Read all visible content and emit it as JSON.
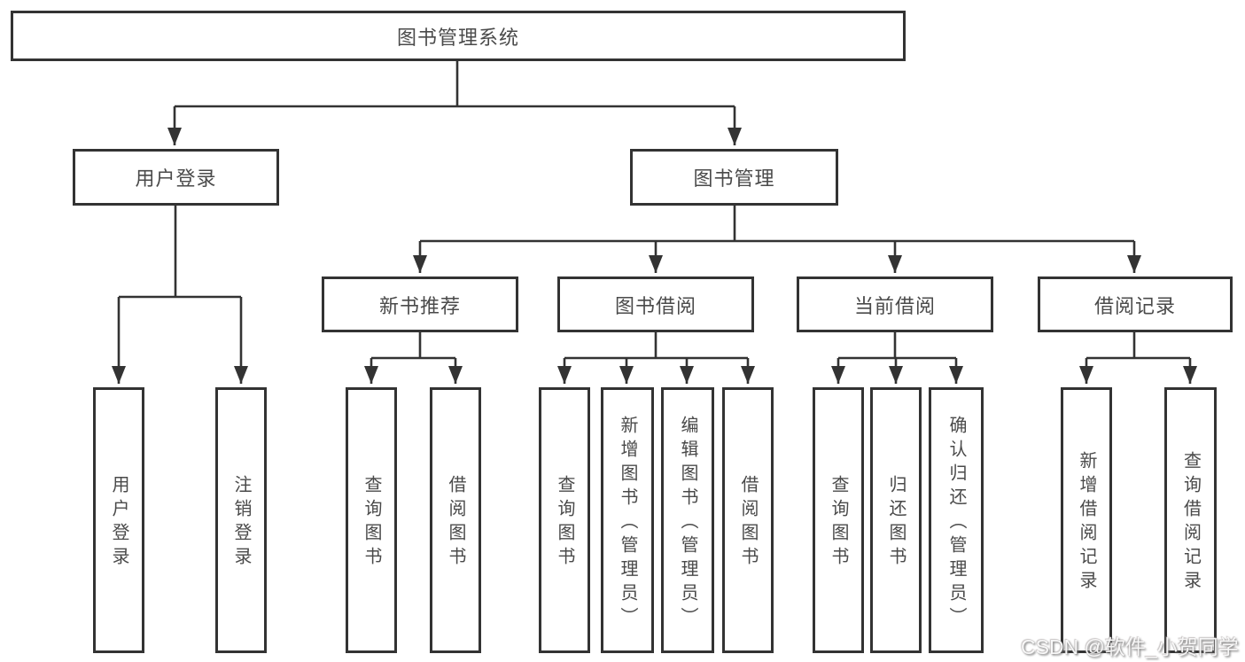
{
  "diagram_title": "图书管理系统",
  "nodes": {
    "root": "图书管理系统",
    "user_login": "用户登录",
    "book_management": "图书管理",
    "new_book_recommend": "新书推荐",
    "book_borrowing": "图书借阅",
    "current_borrowing": "当前借阅",
    "borrowing_records": "借阅记录",
    "leaves": {
      "user_login": "用户登录",
      "logout": "注销登录",
      "nbr_query_books": "查询图书",
      "nbr_borrow_books": "借阅图书",
      "bb_query_books": "查询图书",
      "bb_add_books": "新增图书（管理员）",
      "bb_edit_books": "编辑图书（管理员）",
      "bb_borrow_books": "借阅图书",
      "cb_query_books": "查询图书",
      "cb_return_books": "归还图书",
      "cb_confirm_return": "确认归还（管理员）",
      "br_add_record": "新增借阅记录",
      "br_query_record": "查询借阅记录"
    }
  },
  "watermark": "CSDN @软件_小贺同学",
  "colors": {
    "line": "#333333",
    "text": "#4a4a4a",
    "background": "#ffffff",
    "watermark_fill": "#ffffff",
    "watermark_shadow": "#696969"
  }
}
